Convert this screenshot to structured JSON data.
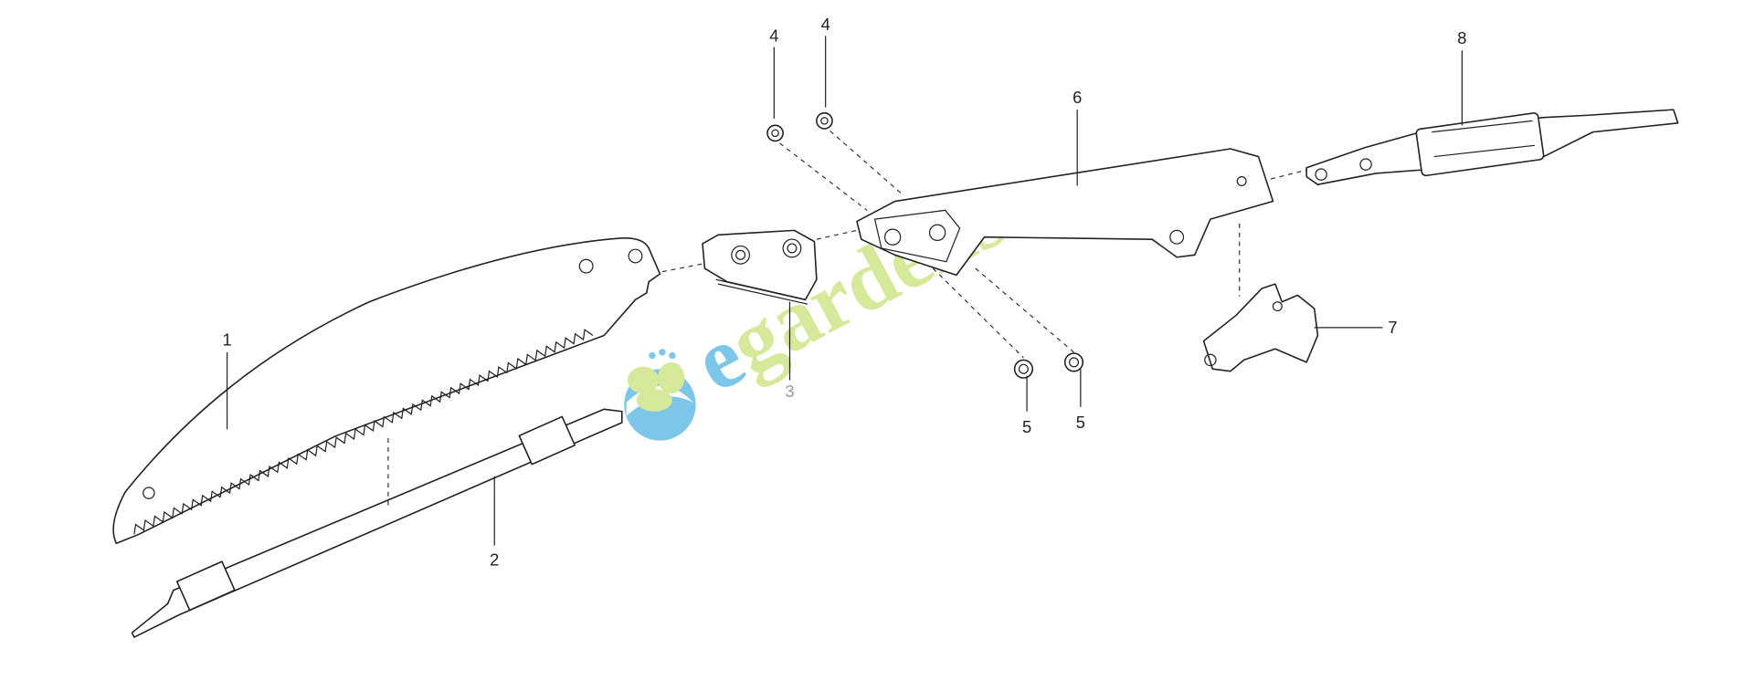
{
  "diagram": {
    "labels": {
      "blade": "1",
      "pole": "2",
      "blade_holder": "3",
      "nut_a": "4",
      "nut_b": "4",
      "washer_a": "5",
      "washer_b": "5",
      "saw_head": "6",
      "hook": "7",
      "handle": "8"
    },
    "watermark": {
      "brand": "egardens",
      "brand_initial": "e",
      "brand_rest": "gardens",
      "color_green": "#d6e89a",
      "color_blue": "#7cc6ea"
    }
  }
}
